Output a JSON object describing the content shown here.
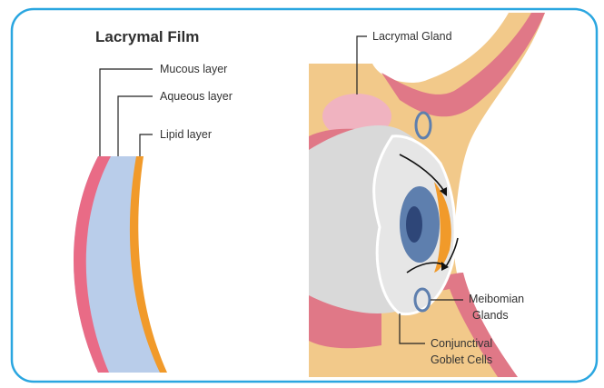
{
  "title": "Lacrymal Film",
  "film_layers": [
    {
      "label": "Mucous layer",
      "color": "#e96b86"
    },
    {
      "label": "Aqueous layer",
      "color": "#b9cdea"
    },
    {
      "label": "Lipid layer",
      "color": "#f19a2a"
    }
  ],
  "eye_labels": {
    "lacrymal_gland": "Lacrymal Gland",
    "meibomian_line1": "Meibomian",
    "meibomian_line2": "Glands",
    "goblet_line1": "Conjunctival",
    "goblet_line2": "Goblet Cells"
  },
  "colors": {
    "frame": "#2aa6e0",
    "skin": "#f2c98a",
    "gland": "#f0b3c0",
    "muscle": "#e07887",
    "sclera": "#d9d9d9",
    "iris": "#5e7fae"
  }
}
